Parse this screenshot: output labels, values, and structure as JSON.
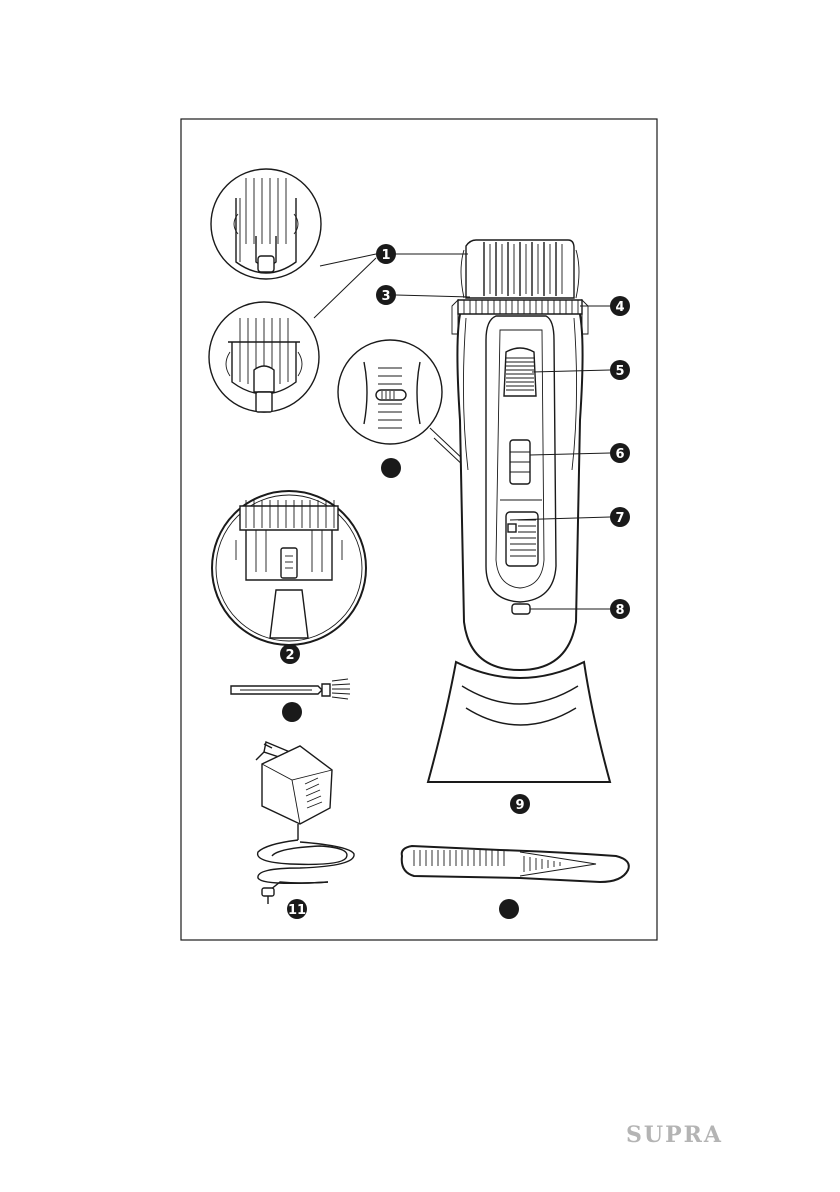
{
  "brand": {
    "logo_text": "SUPRA",
    "logo_color": "#b4b4b4"
  },
  "colors": {
    "ink": "#1a1a1a",
    "paper": "#ffffff"
  },
  "callouts": [
    {
      "id": "callout-1",
      "label": "1"
    },
    {
      "id": "callout-2",
      "label": "2"
    },
    {
      "id": "callout-3",
      "label": "3"
    },
    {
      "id": "callout-4",
      "label": "4"
    },
    {
      "id": "callout-5",
      "label": "5"
    },
    {
      "id": "callout-6",
      "label": "6"
    },
    {
      "id": "callout-7",
      "label": "7"
    },
    {
      "id": "callout-8",
      "label": "8"
    },
    {
      "id": "callout-9",
      "label": "9"
    },
    {
      "id": "callout-10",
      "label": ""
    },
    {
      "id": "callout-11",
      "label": "11"
    },
    {
      "id": "callout-12",
      "label": ""
    },
    {
      "id": "callout-13",
      "label": ""
    }
  ]
}
